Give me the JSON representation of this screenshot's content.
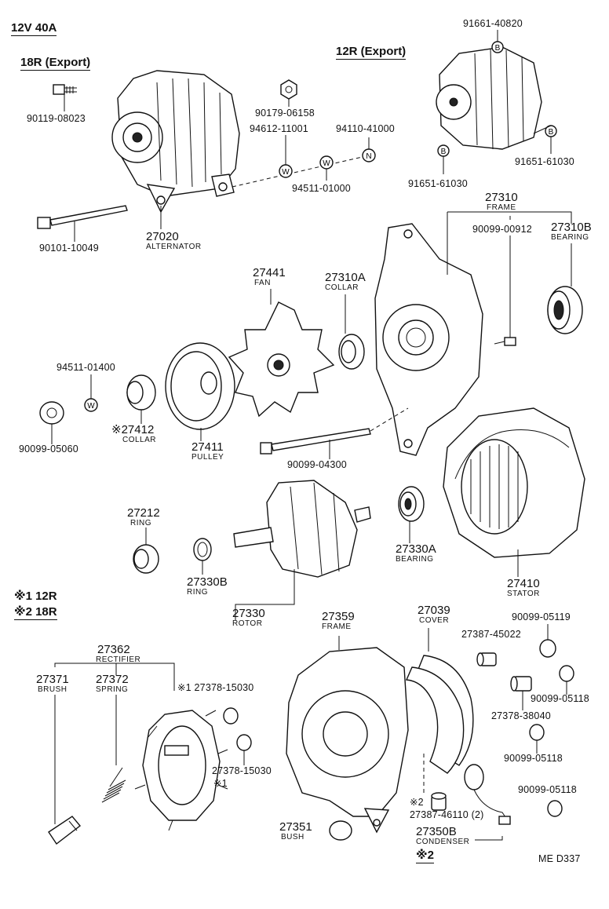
{
  "header": {
    "spec": "12V 40A",
    "variant_18r": "18R (Export)",
    "variant_12r": "12R (Export)"
  },
  "parts": {
    "p90119_08023": "90119-08023",
    "p90179_06158": "90179-06158",
    "p94612_11001": "94612-11001",
    "p94110_41000": "94110-41000",
    "p94511_01000": "94511-01000",
    "p91661_40820": "91661-40820",
    "p91651_61030_a": "91651-61030",
    "p91651_61030_b": "91651-61030",
    "p90101_10049": "90101-10049",
    "p27020": "27020",
    "n27020": "ALTERNATOR",
    "p27310": "27310",
    "n27310": "FRAME",
    "p90099_00912": "90099-00912",
    "p27310b": "27310B",
    "n27310b": "BEARING",
    "p27441": "27441",
    "n27441": "FAN",
    "p27310a": "27310A",
    "n27310a": "COLLAR",
    "p94511_01400": "94511-01400",
    "p90099_05060": "90099-05060",
    "p27412": "27412",
    "m27412": "※",
    "n27412": "COLLAR",
    "p27411": "27411",
    "n27411": "PULLEY",
    "p90099_04300": "90099-04300",
    "p27212": "27212",
    "n27212": "RING",
    "p27330b": "27330B",
    "n27330b": "RING",
    "p27330": "27330",
    "n27330": "ROTOR",
    "p27330a": "27330A",
    "n27330a": "BEARING",
    "p27410": "27410",
    "n27410": "STATOR",
    "note1": "※1 12R",
    "note2": "※2 18R",
    "p27359": "27359",
    "n27359": "FRAME",
    "p27039": "27039",
    "n27039": "COVER",
    "p90099_05119": "90099-05119",
    "p27387_45022": "27387-45022",
    "p90099_05118_a": "90099-05118",
    "p27378_38040": "27378-38040",
    "p90099_05118_b": "90099-05118",
    "p90099_05118_c": "90099-05118",
    "p27362": "27362",
    "n27362": "RECTIFIER",
    "p27371": "27371",
    "n27371": "BRUSH",
    "p27372": "27372",
    "n27372": "SPRING",
    "m27378_a": "※1",
    "p27378_15030_a": "27378-15030",
    "p27378_15030_b": "27378-15030",
    "m27378_b": "※1",
    "m27387": "※2",
    "p27387_46110": "27387-46110 (2)",
    "p27351": "27351",
    "n27351": "BUSH",
    "p27350b": "27350B",
    "n27350b": "CONDENSER",
    "m27350b": "※2",
    "footer": "ME  D337"
  },
  "markers": {
    "washer": "W",
    "nut": "N",
    "bolt": "B"
  }
}
